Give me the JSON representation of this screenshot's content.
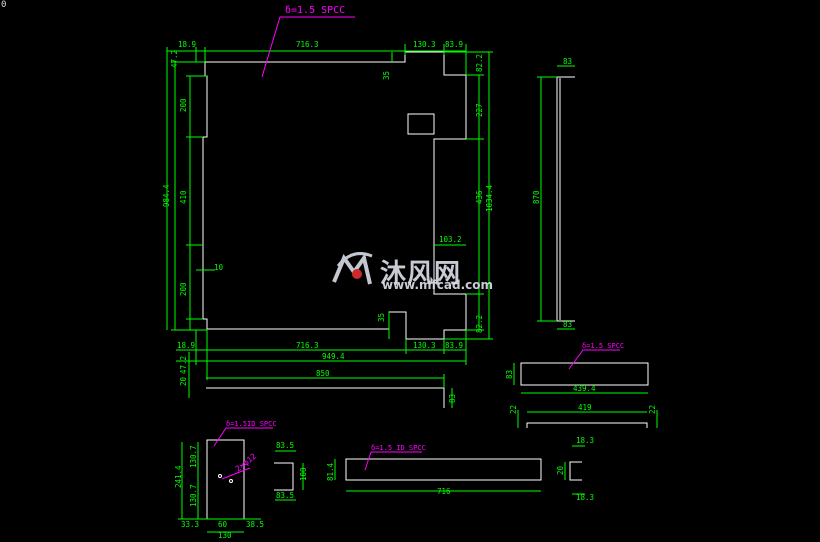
{
  "corner_mark": "0",
  "colors": {
    "outline": "#ffffff",
    "dimension": "#00ff00",
    "note": "#ff00ff",
    "watermark": "#d9dde6"
  },
  "watermark": {
    "text": "沐风网",
    "url": "www.mfcad.com",
    "logo": "mf-logo-icon"
  },
  "notes": {
    "main_material": "δ=1.5 SPCC",
    "strip_material": "δ=1.5 SPCC",
    "bracket_material": "δ=1.5ID SPCC",
    "bar_material": "δ=1.5 ID SPCC"
  },
  "main_panel_dims": {
    "top_left_offset": "18.9",
    "top_width": "716.3",
    "top_notch_width": "130.3",
    "top_right_offset": "83.9",
    "left_top_offset": "47.2",
    "notch_depth": "35",
    "left_seg1": "200",
    "left_seg2": "410",
    "left_seg3": "200",
    "left_overall": "984.4",
    "right_top": "82.2",
    "right_seg1": "227",
    "right_seg2": "436",
    "right_overall": "1034.4",
    "right_bottom": "82.2",
    "inner_notch_width": "103.2",
    "inner_small": "10",
    "lower_notch_height": "35",
    "lower_notch_label": "35",
    "bottom_left_offset": "18.9",
    "bottom_width": "716.3",
    "bottom_notch_width": "130.3",
    "bottom_right_offset": "83.9",
    "overall_width": "949.4",
    "left_bottom_offset": "47.2",
    "left_bottom_small": "20"
  },
  "angle_dims": {
    "width": "850",
    "leg": "83"
  },
  "channel_dims": {
    "flange_top": "83",
    "height": "870",
    "flange_bottom": "83"
  },
  "strip_dims": {
    "height": "83",
    "width": "439.4",
    "inner_width": "419",
    "left_leg": "22",
    "right_leg": "22"
  },
  "bracket_dims": {
    "height": "241.4",
    "upper": "130.7",
    "lower": "130.7",
    "hole": "2×φ12",
    "left_offset": "33.3",
    "middle": "60",
    "right_offset": "38.5",
    "width": "130",
    "u_top": "83.5",
    "u_height": "100",
    "u_bottom": "83.5"
  },
  "bar_dims": {
    "height": "81.4",
    "length": "716",
    "end_top": "18.3",
    "end_height": "20",
    "end_bottom": "18.3"
  }
}
